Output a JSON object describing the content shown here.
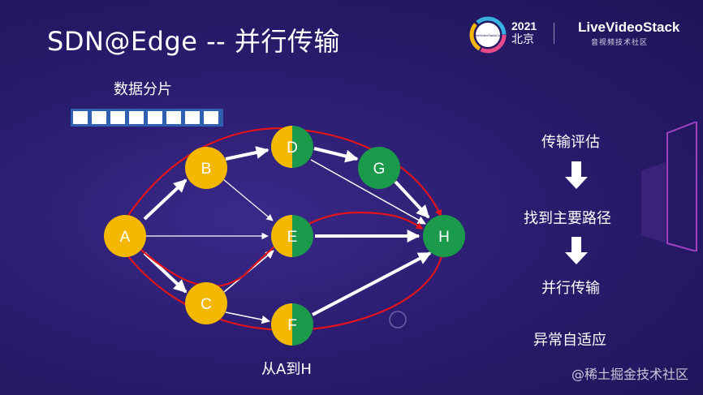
{
  "slide": {
    "title": "SDN@Edge   -- 并行传输",
    "chunks_label": "数据分片",
    "bottom_label": "从A到H",
    "watermark": "@稀土掘金技术社区"
  },
  "logo": {
    "year": "2021",
    "city": "北京",
    "brand": "LiveVideoStack",
    "subtitle": "音视频技术社区",
    "badge": "LiveVideoStackCon"
  },
  "steps": [
    "传输评估",
    "找到主要路径",
    "并行传输",
    "异常自适应"
  ],
  "nodes": {
    "A": "A",
    "B": "B",
    "C": "C",
    "D": "D",
    "E": "E",
    "F": "F",
    "G": "G",
    "H": "H"
  },
  "colors": {
    "yellow": "#f5b800",
    "green": "#1a9a4a",
    "red_path": "#e0141a",
    "chunk_border": "#2f5fb0"
  }
}
